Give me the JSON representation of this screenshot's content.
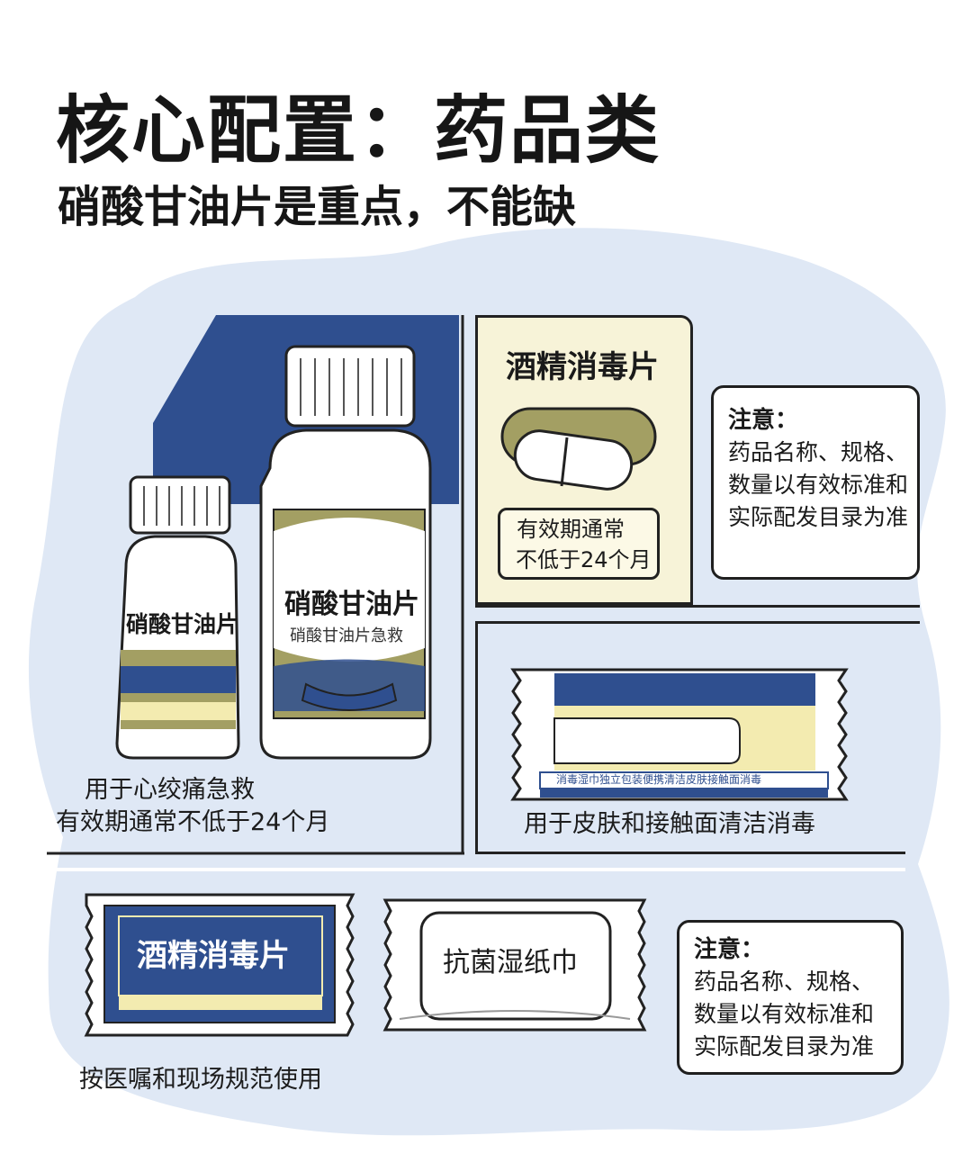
{
  "header": {
    "title": "核心配置：药品类",
    "subtitle": "硝酸甘油片是重点，不能缺"
  },
  "panel_nitro": {
    "small_bottle_label": "硝酸甘油片",
    "large_bottle_label": "硝酸甘油片",
    "large_bottle_sublabel": "硝酸甘油片急救",
    "caption_line1": "用于心绞痛急救",
    "caption_line2": "有效期通常不低于24个月"
  },
  "panel_alcohol_tablet": {
    "title": "酒精消毒片",
    "expiry_line1": "有效期通常",
    "expiry_line2": "不低于24个月"
  },
  "note_top": {
    "title": "注意：",
    "line1": "药品名称、规格、",
    "line2": "数量以有效标准和",
    "line3": "实际配发目录为准"
  },
  "panel_wipes": {
    "pack_strip_text": "消毒湿巾独立包装便携清洁皮肤接触面消毒",
    "caption": "用于皮肤和接触面清洁消毒"
  },
  "bottom_row": {
    "alcohol_pack_label": "酒精消毒片",
    "wipe_pack_label": "抗菌湿纸巾",
    "caption": "按医嘱和现场规范使用"
  },
  "note_bottom": {
    "title": "注意：",
    "line1": "药品名称、规格、",
    "line2": "数量以有效标准和",
    "line3": "实际配发目录为准"
  },
  "colors": {
    "navy": "#2f4f8f",
    "olive": "#a39f63",
    "cream": "#f7f3d8",
    "light_blue": "#dfe7f4"
  }
}
